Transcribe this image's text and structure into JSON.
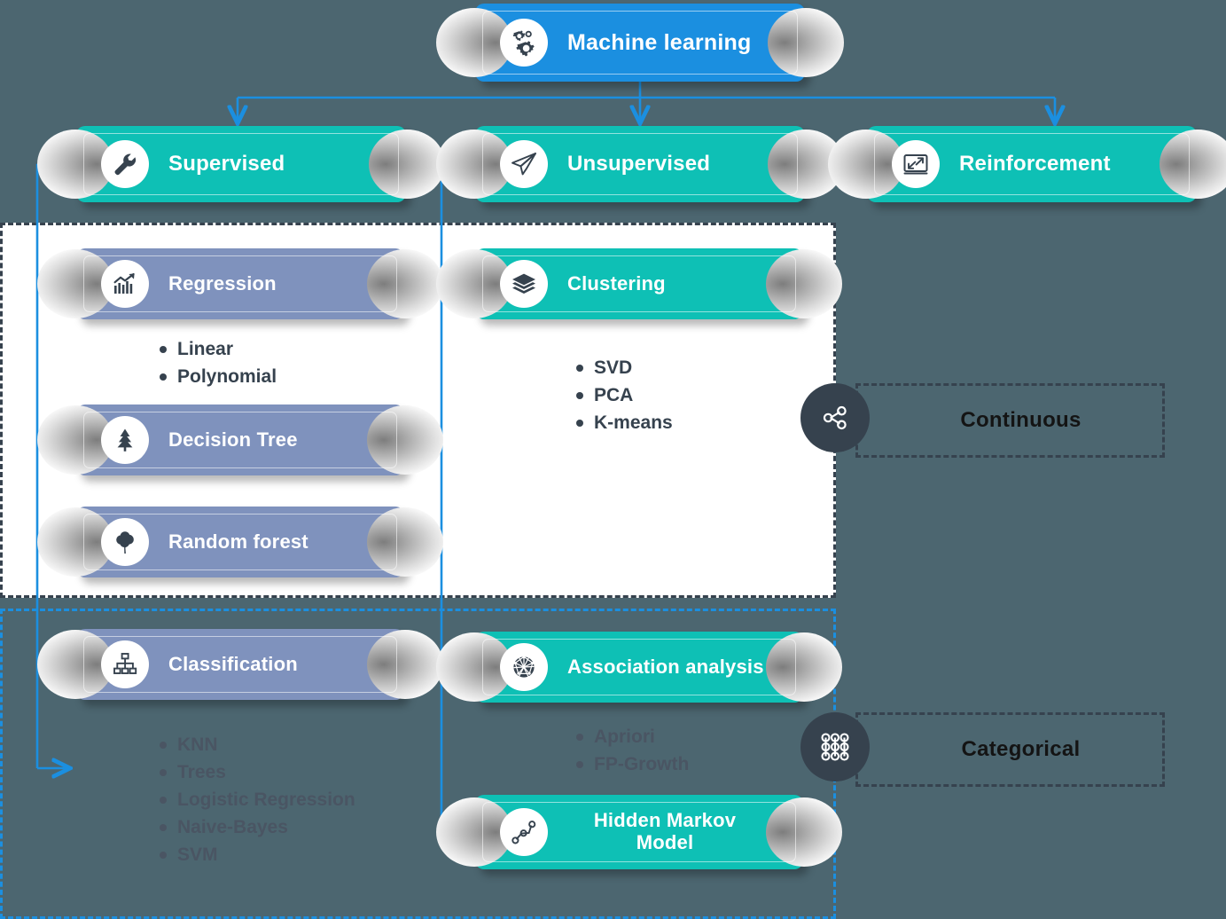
{
  "diagram": {
    "title": "Machine learning",
    "background_color": "#4c6670",
    "colors": {
      "root": "#1b8fe0",
      "branch": "#0ec0b5",
      "supervised_leaf": "#7f92bd",
      "unsupervised_leaf": "#0ec0b5",
      "tag_bubble": "#36424e",
      "arrow": "#1b8fe0",
      "continuous_panel": "#ffffff"
    }
  },
  "root": {
    "label": "Machine learning",
    "icon": "gears-icon"
  },
  "branches": [
    {
      "label": "Supervised",
      "icon": "wrench-icon"
    },
    {
      "label": "Unsupervised",
      "icon": "paper-plane-icon"
    },
    {
      "label": "Reinforcement",
      "icon": "screen-arrows-icon"
    }
  ],
  "continuous": {
    "tag": "Continuous",
    "tag_icon": "share-nodes-icon",
    "supervised": {
      "nodes": [
        {
          "label": "Regression",
          "icon": "chart-growth-icon",
          "bullets": [
            "Linear",
            "Polynomial"
          ]
        },
        {
          "label": "Decision Tree",
          "icon": "pine-tree-icon",
          "bullets": []
        },
        {
          "label": "Random forest",
          "icon": "tree-icon",
          "bullets": []
        }
      ]
    },
    "unsupervised": {
      "nodes": [
        {
          "label": "Clustering",
          "icon": "layers-icon",
          "bullets": [
            "SVD",
            "PCA",
            "K-means"
          ]
        }
      ]
    }
  },
  "categorical": {
    "tag": "Categorical",
    "tag_icon": "dot-grid-icon",
    "supervised": {
      "nodes": [
        {
          "label": "Classification",
          "icon": "hierarchy-icon",
          "bullets": [
            "KNN",
            "Trees",
            "Logistic Regression",
            "Naive-Bayes",
            "SVM"
          ]
        }
      ]
    },
    "unsupervised": {
      "nodes": [
        {
          "label": "Association analysis",
          "icon": "network-globe-icon",
          "bullets": [
            "Apriori",
            "FP-Growth"
          ]
        },
        {
          "label": "Hidden Markov\nModel",
          "icon": "graph-nodes-icon",
          "bullets": []
        }
      ]
    }
  }
}
